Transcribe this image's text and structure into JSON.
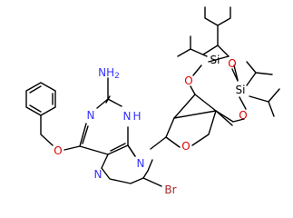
{
  "molecule": {
    "atom_labels": {
      "amine": "NH",
      "amine_sub": "2",
      "n1": "N",
      "n3": "N",
      "n3h": "H",
      "n7": "N",
      "n9": "N",
      "o_benzyl": "O",
      "o_ring": "O",
      "o_si1": "O",
      "o_si2": "O",
      "o_si3": "O",
      "si1": "Si",
      "si2": "Si",
      "br": "Br"
    },
    "colors": {
      "bond": "#000000",
      "nitrogen": "#3333ff",
      "oxygen": "#e00000",
      "bromine": "#a52a2a",
      "carbon": "#000000"
    }
  }
}
